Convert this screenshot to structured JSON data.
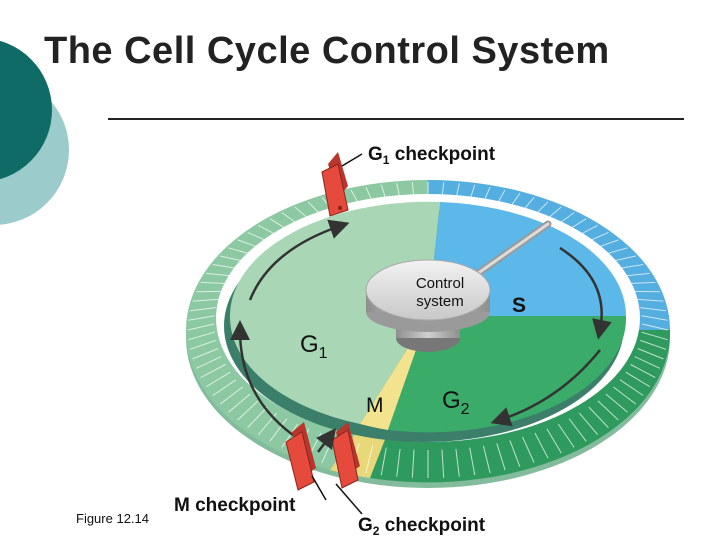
{
  "slide": {
    "title": "The Cell Cycle Control System",
    "accent_colors": {
      "teal_dark": "#0f6b66",
      "teal_light": "#9ccbcc"
    }
  },
  "diagram": {
    "checkpoint_g1": {
      "main": "G",
      "sub": "1",
      "rest": " checkpoint"
    },
    "checkpoint_m": "M checkpoint",
    "checkpoint_g2": {
      "main": "G",
      "sub": "2",
      "rest": " checkpoint"
    },
    "control_system": {
      "line1": "Control",
      "line2": "system"
    },
    "phase_g1": {
      "main": "G",
      "sub": "1"
    },
    "phase_s": "S",
    "phase_m": "M",
    "phase_g2": {
      "main": "G",
      "sub": "2"
    },
    "figure_caption": "Figure 12.14",
    "colors": {
      "g1": "#a9d6b5",
      "s": "#5cb8e8",
      "g2": "#3aab68",
      "m": "#f3e38f",
      "ring_g1": "#8cc9a2",
      "ring_s": "#54aee0",
      "ring_g2": "#2f9a5d",
      "checkpoint": "#e64a3c"
    }
  }
}
